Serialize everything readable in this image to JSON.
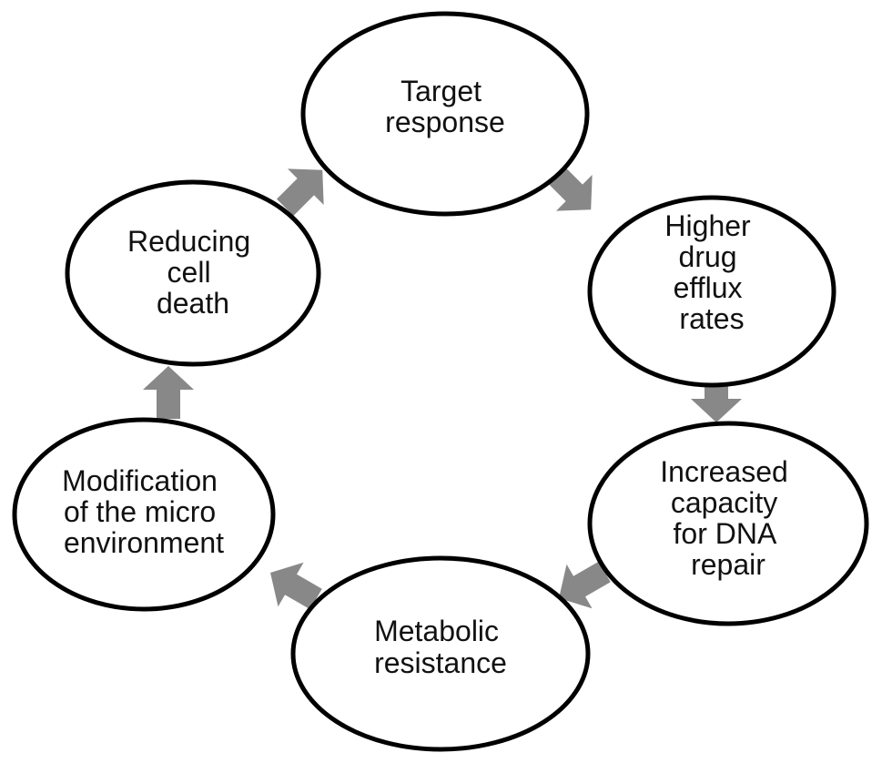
{
  "colors": {
    "background": "#ffffff",
    "node_stroke": "#000000",
    "node_fill": "#ffffff",
    "arrow_fill": "#888888",
    "text": "#111111"
  },
  "nodes": [
    {
      "id": "target-response",
      "lines": [
        "Target",
        "response"
      ]
    },
    {
      "id": "higher-drug-efflux-rates",
      "lines": [
        "Higher",
        "drug",
        "efflux",
        "rates"
      ]
    },
    {
      "id": "increased-capacity-for-dna-repair",
      "lines": [
        "Increased",
        "capacity",
        "for DNA",
        "repair"
      ]
    },
    {
      "id": "metabolic-resistance",
      "lines": [
        "Metabolic",
        "resistance"
      ]
    },
    {
      "id": "modification-of-the-micro-environment",
      "lines": [
        "Modification",
        "of the micro",
        "environment"
      ]
    },
    {
      "id": "reducing-cell-death",
      "lines": [
        "Reducing",
        "cell",
        "death"
      ]
    }
  ],
  "flow": [
    {
      "from": "target-response",
      "to": "higher-drug-efflux-rates"
    },
    {
      "from": "higher-drug-efflux-rates",
      "to": "increased-capacity-for-dna-repair"
    },
    {
      "from": "increased-capacity-for-dna-repair",
      "to": "metabolic-resistance"
    },
    {
      "from": "metabolic-resistance",
      "to": "modification-of-the-micro-environment"
    },
    {
      "from": "modification-of-the-micro-environment",
      "to": "reducing-cell-death"
    },
    {
      "from": "reducing-cell-death",
      "to": "target-response"
    }
  ]
}
